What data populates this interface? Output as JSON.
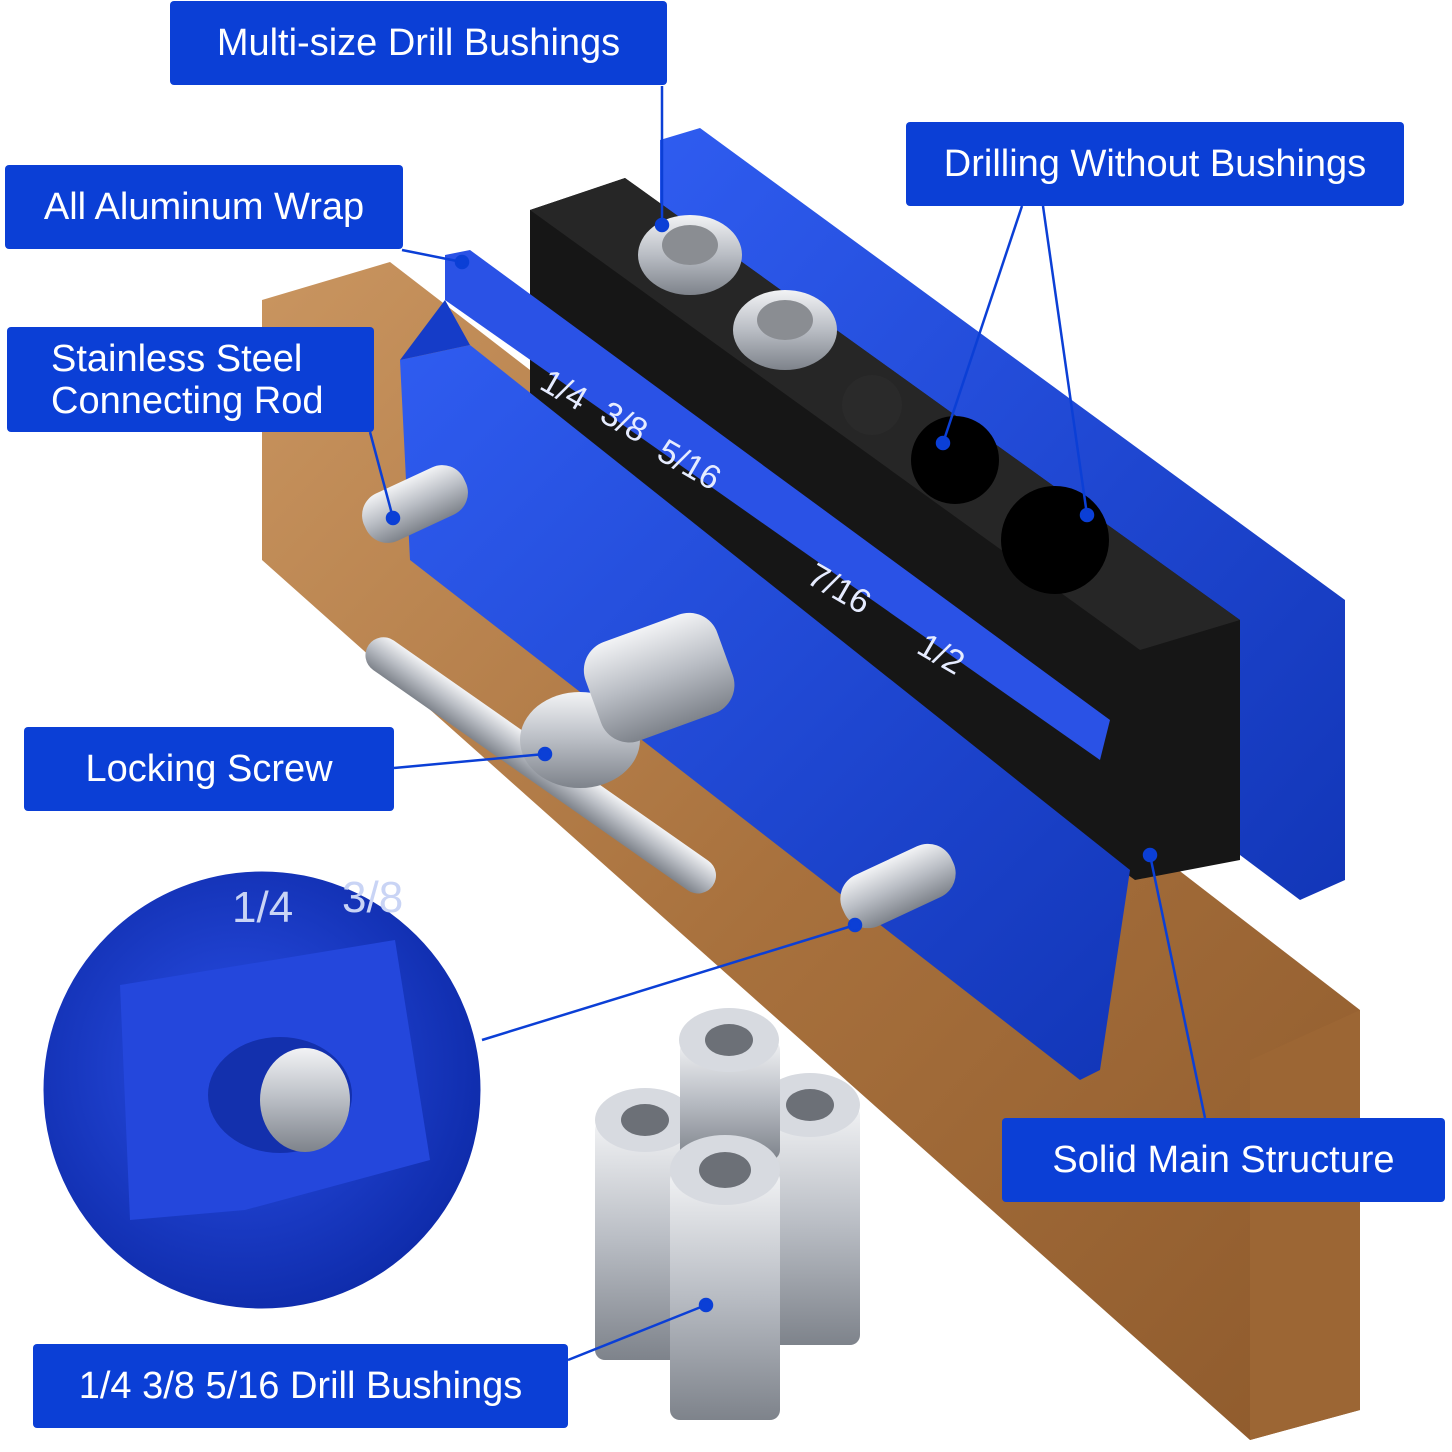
{
  "callouts": {
    "multi_size": "Multi-size Drill Bushings",
    "drilling_without": "Drilling Without Bushings",
    "aluminum_wrap": "All Aluminum Wrap",
    "rod_line1": "Stainless Steel",
    "rod_line2": "Connecting Rod",
    "locking_screw": "Locking Screw",
    "solid_structure": "Solid Main Structure",
    "bushing_sizes": "1/4 3/8 5/16 Drill Bushings"
  },
  "jig_scale": [
    "1/4",
    "3/8",
    "5/16",
    "7/16",
    "1/2"
  ],
  "zoom_scale": [
    "1/4",
    "3/8"
  ],
  "colors": {
    "label_blue": "#0b3fd6",
    "jig_blue": "#1a3fd0",
    "block_black": "#151515",
    "wood": "#b07a45",
    "steel": "#c9ccd1"
  }
}
